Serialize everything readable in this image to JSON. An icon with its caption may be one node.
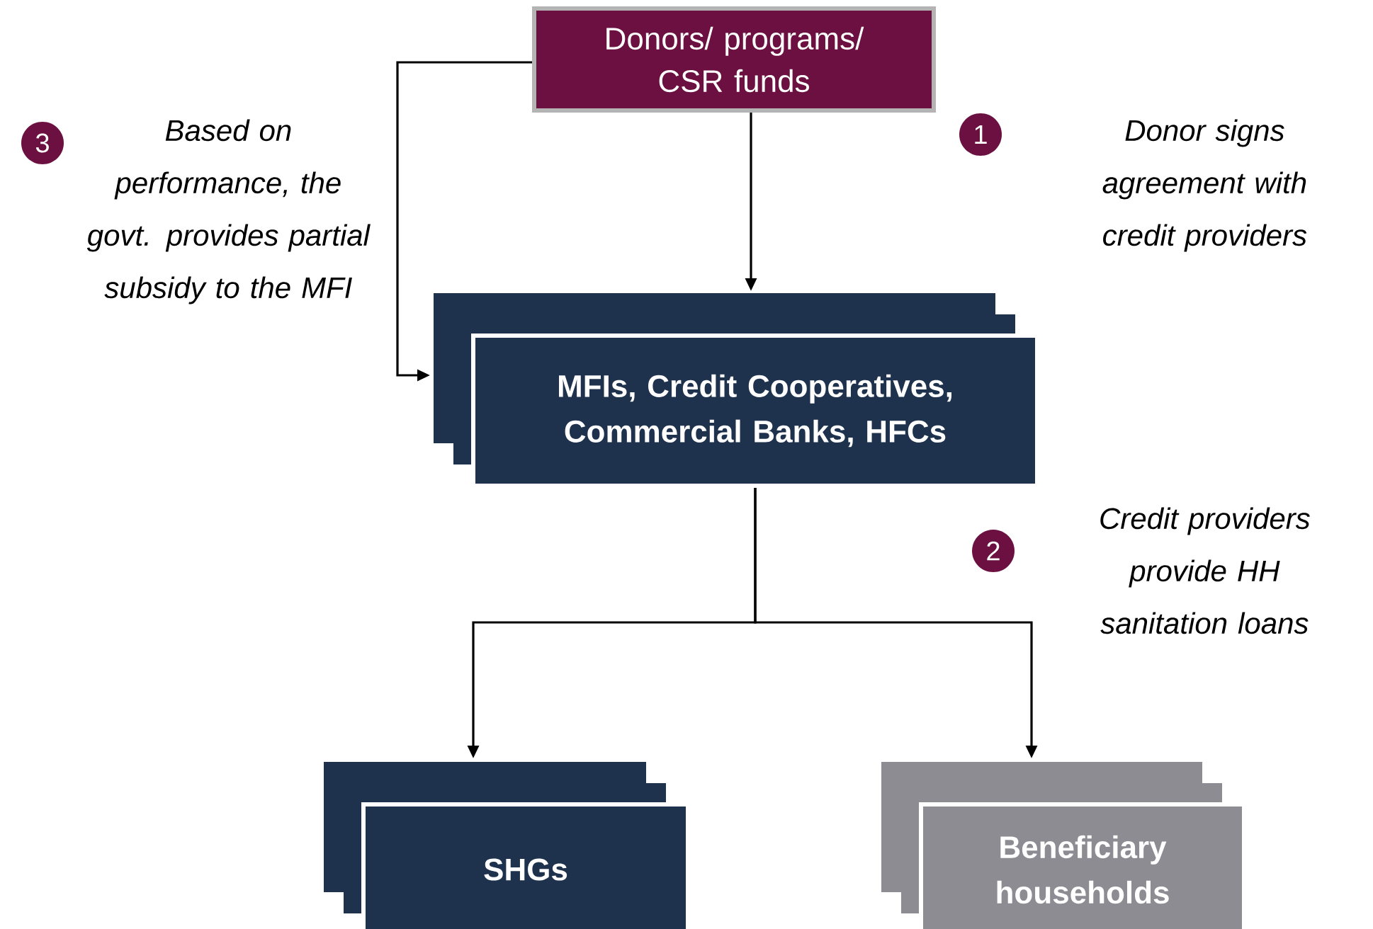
{
  "diagram": {
    "nodes": [
      {
        "text": [
          "Donors/ programs/ CSR funds"
        ]
      },
      {
        "text": [
          "3"
        ],
        "beside": [
          "Based on performance, the govt. provides partial subsidy to the MFI"
        ]
      },
      {
        "text": [
          "1"
        ],
        "beside": [
          "Donor signs agreement with credit providers"
        ]
      },
      {
        "text": [
          "MFIs, Credit Cooperatives, Commercial Banks, HFCs"
        ]
      },
      {
        "text": [
          "2"
        ],
        "beside": [
          "Credit providers provide HH sanitation loans"
        ]
      },
      {
        "text": [
          "SHGs"
        ]
      },
      {
        "text": [
          "Beneficiary households"
        ]
      }
    ],
    "edges": [
      {
        "from": 0,
        "to": 3,
        "arrow": "to"
      },
      {
        "from": 0,
        "to": 3,
        "arrow": "to"
      },
      {
        "from": 3,
        "to": 5,
        "arrow": "to"
      },
      {
        "from": 3,
        "to": 6,
        "arrow": "to"
      }
    ]
  }
}
